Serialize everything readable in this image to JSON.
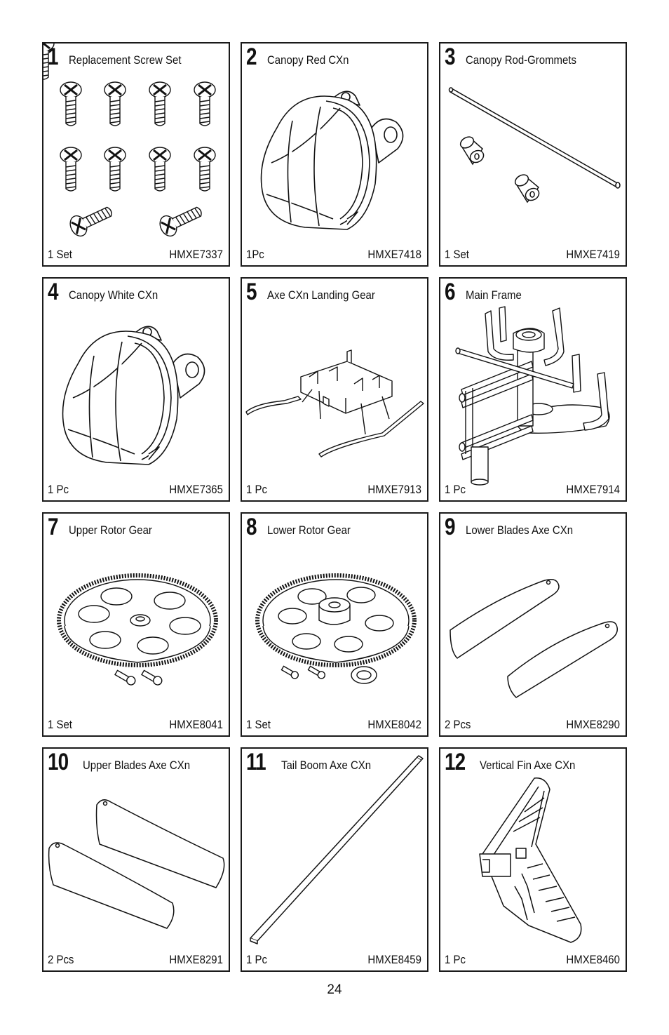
{
  "page_number": "24",
  "parts": [
    {
      "num": "1",
      "title": "Replacement Screw Set",
      "qty": "1 Set",
      "code": "HMXE7337",
      "icon": "screw-set-icon"
    },
    {
      "num": "2",
      "title": "Canopy Red CXn",
      "qty": "1Pc",
      "code": "HMXE7418",
      "icon": "canopy-icon"
    },
    {
      "num": "3",
      "title": "Canopy Rod-Grommets",
      "qty": "1 Set",
      "code": "HMXE7419",
      "icon": "rod-grommets-icon"
    },
    {
      "num": "4",
      "title": "Canopy White CXn",
      "qty": "1 Pc",
      "code": "HMXE7365",
      "icon": "canopy-icon"
    },
    {
      "num": "5",
      "title": "Axe CXn Landing Gear",
      "qty": "1 Pc",
      "code": "HMXE7913",
      "icon": "landing-gear-icon"
    },
    {
      "num": "6",
      "title": "Main Frame",
      "qty": "1 Pc",
      "code": "HMXE7914",
      "icon": "main-frame-icon"
    },
    {
      "num": "7",
      "title": "Upper Rotor Gear",
      "qty": "1 Set",
      "code": "HMXE8041",
      "icon": "gear-icon"
    },
    {
      "num": "8",
      "title": "Lower Rotor Gear",
      "qty": "1 Set",
      "code": "HMXE8042",
      "icon": "gear-icon"
    },
    {
      "num": "9",
      "title": "Lower Blades Axe CXn",
      "qty": "2 Pcs",
      "code": "HMXE8290",
      "icon": "blades-icon"
    },
    {
      "num": "10",
      "title": "Upper Blades Axe CXn",
      "qty": "2 Pcs",
      "code": "HMXE8291",
      "icon": "blades-icon"
    },
    {
      "num": "11",
      "title": "Tail Boom Axe CXn",
      "qty": "1 Pc",
      "code": "HMXE8459",
      "icon": "tail-boom-icon"
    },
    {
      "num": "12",
      "title": "Vertical Fin Axe CXn",
      "qty": "1 Pc",
      "code": "HMXE8460",
      "icon": "vertical-fin-icon"
    }
  ]
}
